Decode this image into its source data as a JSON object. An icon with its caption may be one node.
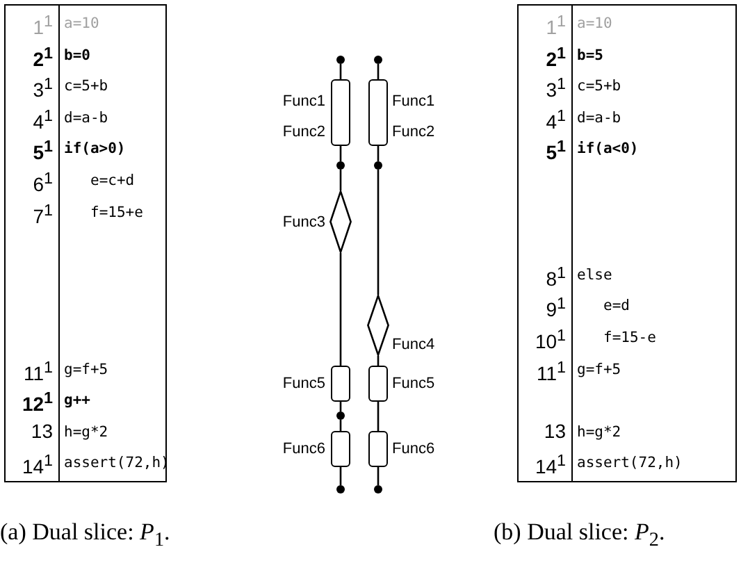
{
  "diagram": {
    "nodes": [
      {
        "text": [],
        "shape": "circle"
      },
      {
        "text": [],
        "shape": "box",
        "beside": [
          "Func1",
          "Func2"
        ]
      },
      {
        "text": [],
        "shape": "circle"
      },
      {
        "text": [],
        "shape": "diamond",
        "beside": [
          "Func3"
        ]
      },
      {
        "text": [],
        "shape": "box",
        "beside": [
          "Func5"
        ]
      },
      {
        "text": [],
        "shape": "circle"
      },
      {
        "text": [],
        "shape": "box",
        "beside": [
          "Func6"
        ]
      },
      {
        "text": [],
        "shape": "circle"
      },
      {
        "text": [],
        "shape": "circle"
      },
      {
        "text": [],
        "shape": "box",
        "beside": [
          "Func1",
          "Func2"
        ]
      },
      {
        "text": [],
        "shape": "circle"
      },
      {
        "text": [],
        "shape": "diamond",
        "beside": [
          "Func4"
        ]
      },
      {
        "text": [],
        "shape": "box",
        "beside": [
          "Func5"
        ]
      },
      {
        "text": [],
        "shape": "box",
        "beside": [
          "Func6"
        ]
      },
      {
        "text": [],
        "shape": "circle"
      }
    ],
    "edges": [
      {
        "from": 0,
        "to": 1,
        "arrow": "none"
      },
      {
        "from": 1,
        "to": 2,
        "arrow": "none"
      },
      {
        "from": 2,
        "to": 3,
        "arrow": "none"
      },
      {
        "from": 3,
        "to": 4,
        "arrow": "none"
      },
      {
        "from": 4,
        "to": 5,
        "arrow": "none"
      },
      {
        "from": 5,
        "to": 6,
        "arrow": "none"
      },
      {
        "from": 6,
        "to": 7,
        "arrow": "none"
      },
      {
        "from": 8,
        "to": 9,
        "arrow": "none"
      },
      {
        "from": 9,
        "to": 10,
        "arrow": "none"
      },
      {
        "from": 10,
        "to": 11,
        "arrow": "none"
      },
      {
        "from": 11,
        "to": 12,
        "arrow": "none"
      },
      {
        "from": 12,
        "to": 13,
        "arrow": "none"
      },
      {
        "from": 13,
        "to": 14,
        "arrow": "none"
      }
    ],
    "labels": [
      "1$^{1}$",
      "a=10",
      "2$^{1}$",
      "b=0",
      "3$^{1}$",
      "c=5+b",
      "4$^{1}$",
      "d=a-b",
      "5$^{1}$",
      "if(a>0)",
      "6$^{1}$",
      "e=c+d",
      "7$^{1}$",
      "f=15+e",
      "11$^{1}$",
      "g=f+5",
      "12$^{1}$",
      "g++",
      "13",
      "h=g*2",
      "14$^{1}$",
      "assert(72,h)",
      "1$^{1}$",
      "a=10",
      "2$^{1}$",
      "b=5",
      "3$^{1}$",
      "c=5+b",
      "4$^{1}$",
      "d=a-b",
      "5$^{1}$",
      "if(a<0)",
      "8$^{1}$",
      "else",
      "9$^{1}$",
      "e=d",
      "10$^{1}$",
      "f=15-e",
      "11$^{1}$",
      "g=f+5",
      "13",
      "h=g*2",
      "14$^{1}$",
      "assert(72,h)",
      "(a) Dual slice: *P*$_{1}$.",
      "(b) Dual slice: *P*$_{2}$."
    ]
  }
}
